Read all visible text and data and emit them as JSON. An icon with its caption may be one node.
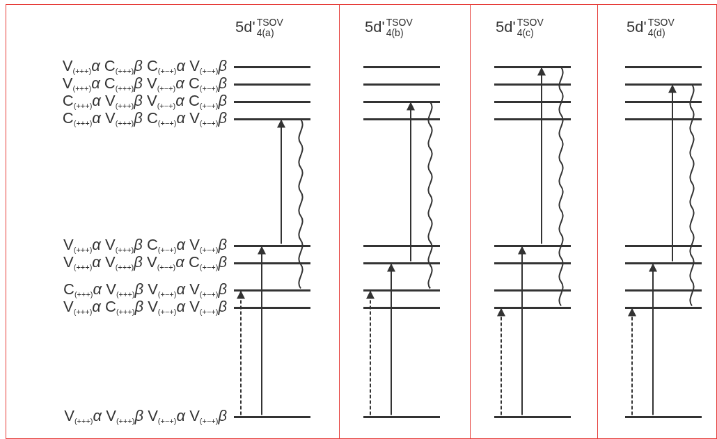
{
  "diagram": {
    "nodes": [
      {
        "text": [
          "5d'$^{TSOV}$$_{4(a)}$"
        ]
      },
      {
        "text": [],
        "shape": "bar",
        "in": 0,
        "beside": [
          "V$_{(+++)}$*α* C$_{(+++)}$*β* C$_{(+−+)}$*α* V$_{(+−+)}$*β*"
        ]
      },
      {
        "text": [],
        "shape": "bar",
        "in": 0,
        "beside": [
          "V$_{(+++)}$*α* C$_{(+++)}$*β* V$_{(+−+)}$*α* C$_{(+−+)}$*β*"
        ]
      },
      {
        "text": [],
        "shape": "bar",
        "in": 0,
        "beside": [
          "C$_{(+++)}$*α* V$_{(+++)}$*β* V$_{(+−+)}$*α* C$_{(+−+)}$*β*"
        ]
      },
      {
        "text": [],
        "shape": "bar",
        "in": 0,
        "beside": [
          "C$_{(+++)}$*α* V$_{(+++)}$*β* C$_{(+−+)}$*α* V$_{(+−+)}$*β*"
        ]
      },
      {
        "text": [],
        "shape": "bar",
        "in": 0,
        "beside": [
          "V$_{(+++)}$*α* V$_{(+++)}$*β* C$_{(+−+)}$*α* V$_{(+−+)}$*β*"
        ]
      },
      {
        "text": [],
        "shape": "bar",
        "in": 0,
        "beside": [
          "V$_{(+++)}$*α* V$_{(+++)}$*β* V$_{(+−+)}$*α* C$_{(+−+)}$*β*"
        ]
      },
      {
        "text": [],
        "shape": "bar",
        "in": 0,
        "beside": [
          "C$_{(+++)}$*α* V$_{(+++)}$*β* V$_{(+−+)}$*α* V$_{(+−+)}$*β*"
        ]
      },
      {
        "text": [],
        "shape": "bar",
        "in": 0,
        "beside": [
          "V$_{(+++)}$*α* C$_{(+++)}$*β* V$_{(+−+)}$*α* V$_{(+−+)}$*β*"
        ]
      },
      {
        "text": [],
        "shape": "bar",
        "in": 0,
        "beside": [
          "V$_{(+++)}$*α* V$_{(+++)}$*β* V$_{(+−+)}$*α* V$_{(+−+)}$*β*"
        ]
      },
      {
        "text": [
          "5d'$^{TSOV}$$_{4(b)}$"
        ]
      },
      {
        "text": [],
        "shape": "bar",
        "in": 10
      },
      {
        "text": [],
        "shape": "bar",
        "in": 10
      },
      {
        "text": [],
        "shape": "bar",
        "in": 10
      },
      {
        "text": [],
        "shape": "bar",
        "in": 10
      },
      {
        "text": [],
        "shape": "bar",
        "in": 10
      },
      {
        "text": [],
        "shape": "bar",
        "in": 10
      },
      {
        "text": [],
        "shape": "bar",
        "in": 10
      },
      {
        "text": [],
        "shape": "bar",
        "in": 10
      },
      {
        "text": [],
        "shape": "bar",
        "in": 10
      },
      {
        "text": [
          "5d'$^{TSOV}$$_{4(c)}$"
        ]
      },
      {
        "text": [],
        "shape": "bar",
        "in": 20
      },
      {
        "text": [],
        "shape": "bar",
        "in": 20
      },
      {
        "text": [],
        "shape": "bar",
        "in": 20
      },
      {
        "text": [],
        "shape": "bar",
        "in": 20
      },
      {
        "text": [],
        "shape": "bar",
        "in": 20
      },
      {
        "text": [],
        "shape": "bar",
        "in": 20
      },
      {
        "text": [],
        "shape": "bar",
        "in": 20
      },
      {
        "text": [],
        "shape": "bar",
        "in": 20
      },
      {
        "text": [],
        "shape": "bar",
        "in": 20
      },
      {
        "text": [
          "5d'$^{TSOV}$$_{4(d)}$"
        ]
      },
      {
        "text": [],
        "shape": "bar",
        "in": 30
      },
      {
        "text": [],
        "shape": "bar",
        "in": 30
      },
      {
        "text": [],
        "shape": "bar",
        "in": 30
      },
      {
        "text": [],
        "shape": "bar",
        "in": 30
      },
      {
        "text": [],
        "shape": "bar",
        "in": 30
      },
      {
        "text": [],
        "shape": "bar",
        "in": 30
      },
      {
        "text": [],
        "shape": "bar",
        "in": 30
      },
      {
        "text": [],
        "shape": "bar",
        "in": 30
      },
      {
        "text": [],
        "shape": "bar",
        "in": 30
      }
    ],
    "edges": [
      {
        "from": 9,
        "to": 7,
        "arrow": "to",
        "style": "dashed"
      },
      {
        "from": 9,
        "to": 5,
        "arrow": "to"
      },
      {
        "from": 5,
        "to": 4,
        "arrow": "to"
      },
      {
        "from": 4,
        "to": 7,
        "arrow": "none"
      },
      {
        "from": 19,
        "to": 17,
        "arrow": "to",
        "style": "dashed"
      },
      {
        "from": 19,
        "to": 16,
        "arrow": "to"
      },
      {
        "from": 16,
        "to": 13,
        "arrow": "to"
      },
      {
        "from": 13,
        "to": 17,
        "arrow": "none"
      },
      {
        "from": 29,
        "to": 28,
        "arrow": "to",
        "style": "dashed"
      },
      {
        "from": 29,
        "to": 25,
        "arrow": "to"
      },
      {
        "from": 25,
        "to": 21,
        "arrow": "to"
      },
      {
        "from": 21,
        "to": 28,
        "arrow": "none"
      },
      {
        "from": 39,
        "to": 38,
        "arrow": "to",
        "style": "dashed"
      },
      {
        "from": 39,
        "to": 36,
        "arrow": "to"
      },
      {
        "from": 36,
        "to": 32,
        "arrow": "to"
      },
      {
        "from": 32,
        "to": 38,
        "arrow": "none"
      }
    ]
  }
}
